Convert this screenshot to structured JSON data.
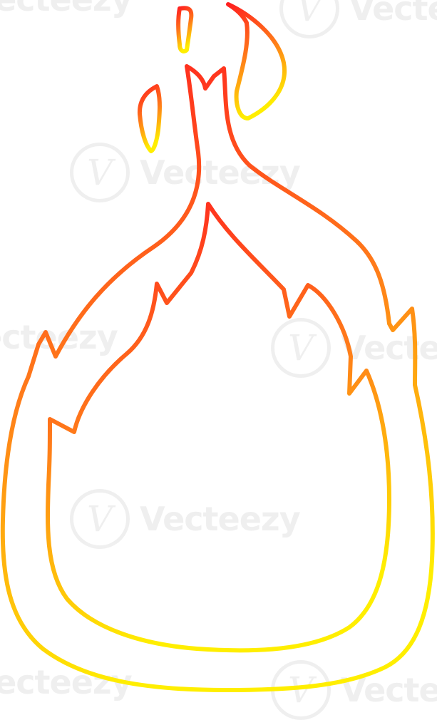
{
  "watermark": {
    "brand": "Vecteezy",
    "logo_letter": "V"
  },
  "illustration": {
    "subject": "flame-drawing",
    "gradient": {
      "top_color": "#ff1f1f",
      "middle_color": "#ff7a1a",
      "bottom_color": "#ffee00"
    }
  }
}
